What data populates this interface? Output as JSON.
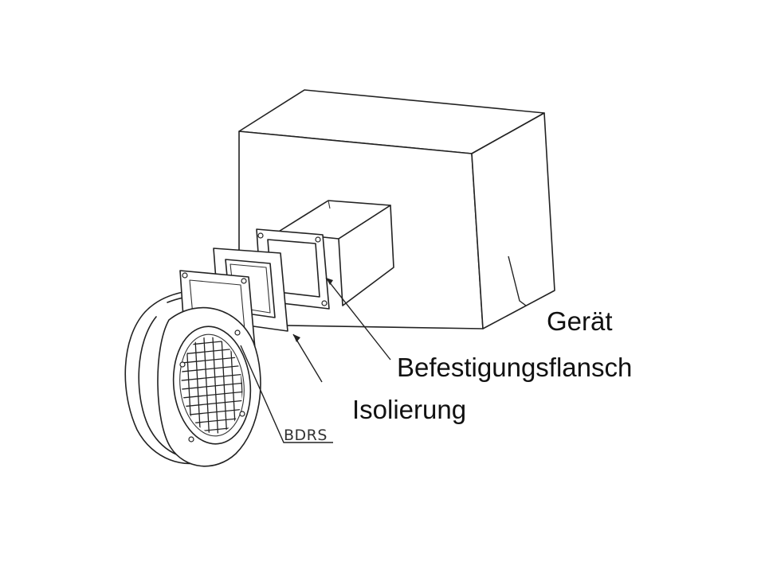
{
  "labels": {
    "geraet": "Gerät",
    "flansch": "Befestigungsflansch",
    "isolierung": "Isolierung",
    "bdrs": "BDRS"
  },
  "colors": {
    "line": "#222222",
    "background": "#ffffff",
    "text": "#111111"
  }
}
